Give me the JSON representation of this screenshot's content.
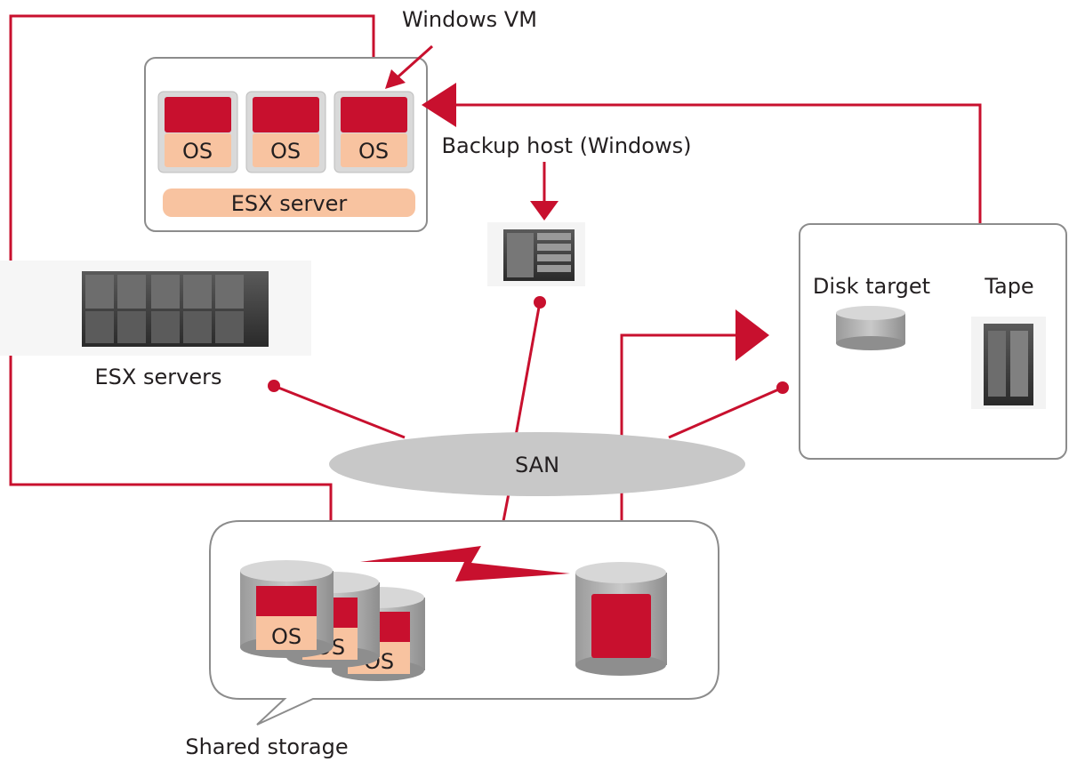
{
  "labels": {
    "windows_vm": "Windows VM",
    "backup_host": "Backup host (Windows)",
    "esx_server": "ESX server",
    "esx_servers": "ESX servers",
    "disk_target": "Disk target",
    "tape": "Tape",
    "san": "SAN",
    "shared_storage": "Shared storage",
    "os": "OS"
  },
  "colors": {
    "accent_red": "#c8102e",
    "os_peach": "#f8c3a0",
    "san_gray": "#c8c8c8",
    "cylinder_gray": "#b4b4b4",
    "frame_gray": "#8c8c8c"
  }
}
